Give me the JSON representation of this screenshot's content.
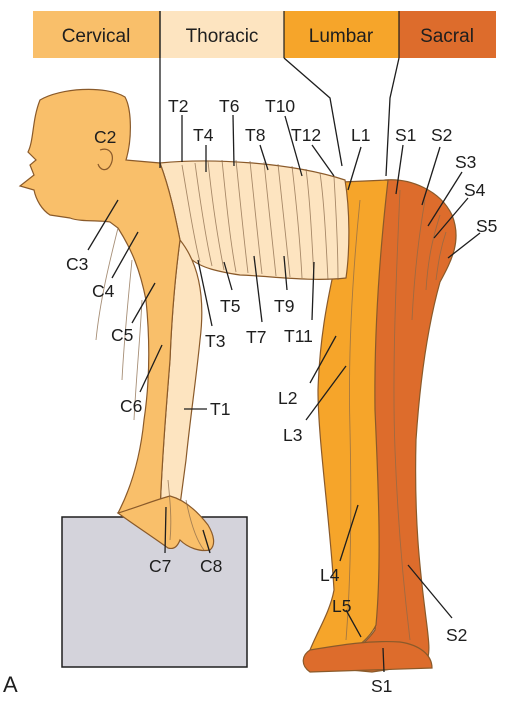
{
  "legend": [
    {
      "id": "cervical",
      "label": "Cervical",
      "color": "#f9bf6a"
    },
    {
      "id": "thoracic",
      "label": "Thoracic",
      "color": "#fde4c0"
    },
    {
      "id": "lumbar",
      "label": "Lumbar",
      "color": "#f6a52a"
    },
    {
      "id": "sacral",
      "label": "Sacral",
      "color": "#dd6c2c"
    }
  ],
  "colors": {
    "cervical": "#f9bf6a",
    "thoracic": "#fde4c0",
    "lumbar": "#f6a52a",
    "sacral": "#dd6c2c",
    "box": "#d4d3db"
  },
  "panel_label": "A",
  "labels": {
    "C2": "C2",
    "C3": "C3",
    "C4": "C4",
    "C5": "C5",
    "C6": "C6",
    "C7": "C7",
    "C8": "C8",
    "T1": "T1",
    "T2": "T2",
    "T3": "T3",
    "T4": "T4",
    "T5": "T5",
    "T6": "T6",
    "T7": "T7",
    "T8": "T8",
    "T9": "T9",
    "T10": "T10",
    "T11": "T11",
    "T12": "T12",
    "L1": "L1",
    "L2": "L2",
    "L3": "L3",
    "L4": "L4",
    "L5": "L5",
    "S1_top": "S1",
    "S2_top": "S2",
    "S3": "S3",
    "S4": "S4",
    "S5": "S5",
    "S2_foot": "S2",
    "S1_foot": "S1"
  }
}
